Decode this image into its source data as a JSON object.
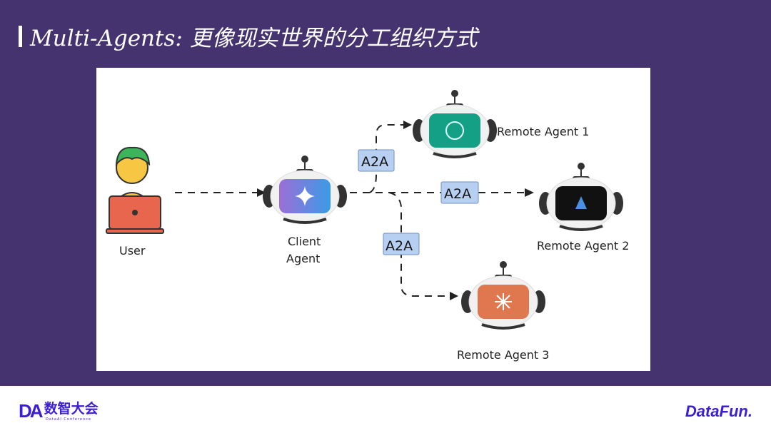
{
  "title": "Multi-Agents: 更像现实世界的分工组织方式",
  "diagram": {
    "user_label": "User",
    "client_label_1": "Client",
    "client_label_2": "Agent",
    "remote1_label": "Remote Agent 1",
    "remote2_label": "Remote Agent 2",
    "remote3_label": "Remote Agent 3",
    "protocol_labels": [
      "A2A",
      "A2A",
      "A2A"
    ],
    "colors": {
      "remote1_screen": "#14a085",
      "remote2_screen": "#111111",
      "remote3_screen": "#e0784f",
      "client_screen_start": "#9a6fd6",
      "client_screen_end": "#3b9be6",
      "a2a_box": "#b7d0f2"
    }
  },
  "footer": {
    "left_logo_mark": "DA",
    "left_logo_text": "数智大会",
    "left_logo_sub": "DataAI Conference",
    "right_logo": "DataFun."
  }
}
